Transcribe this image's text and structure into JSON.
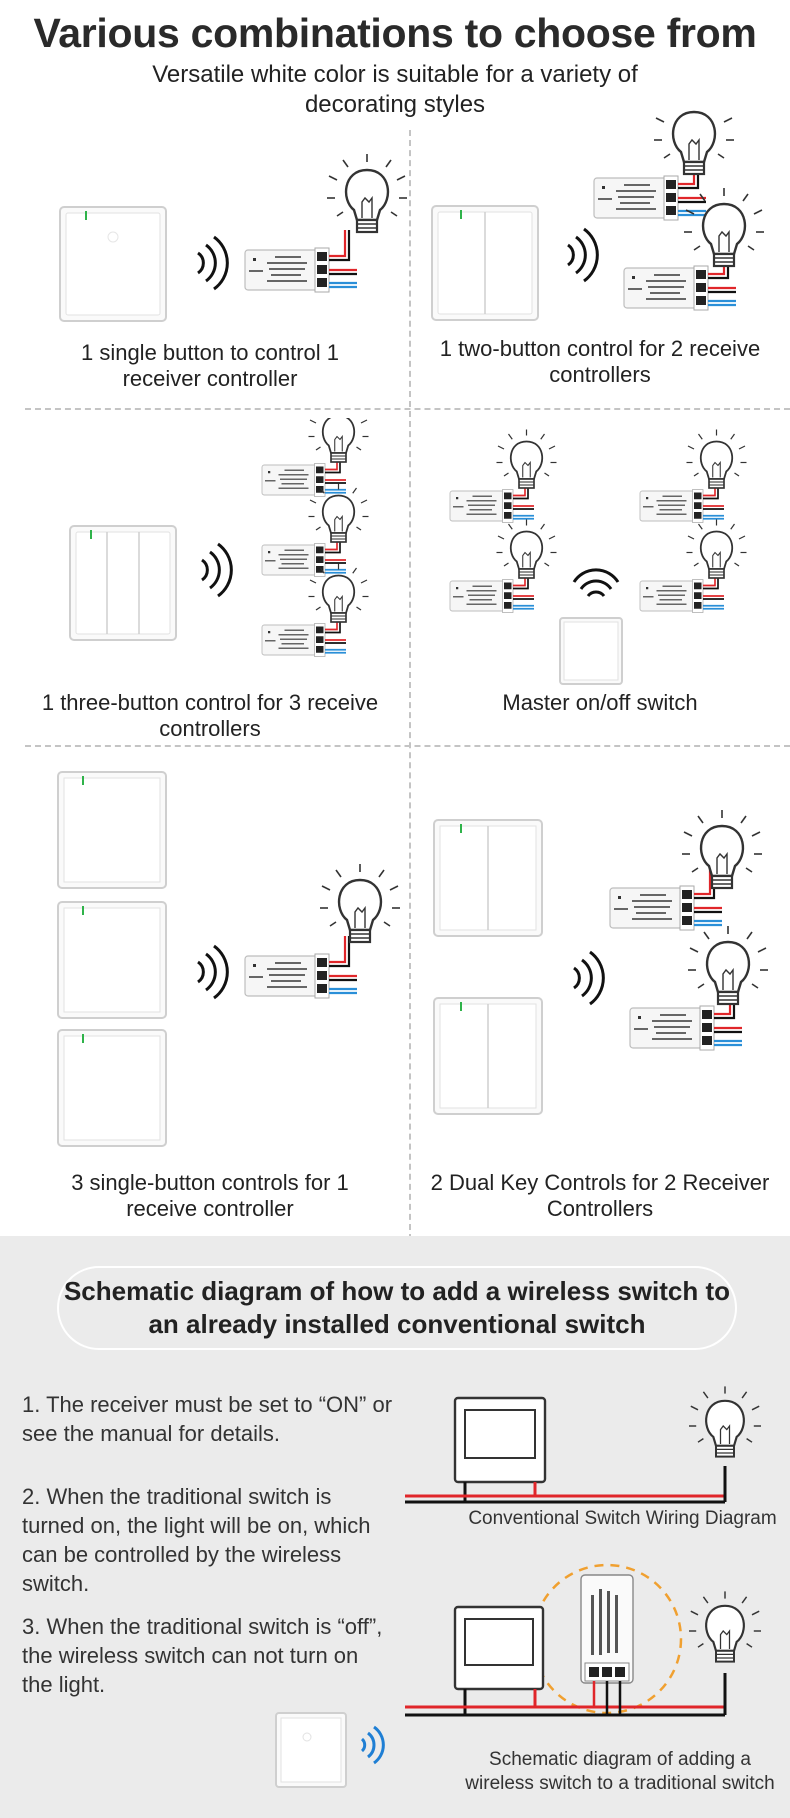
{
  "header": {
    "title": "Various combinations to choose from",
    "subtitle": "Versatile white color is suitable for a variety of decorating styles"
  },
  "combos": [
    {
      "caption": "1 single button to control 1 receiver controller"
    },
    {
      "caption": "1 two-button control for 2 receive controllers"
    },
    {
      "caption": "1 three-button control for 3 receive controllers"
    },
    {
      "caption": "Master on/off switch"
    },
    {
      "caption": "3 single-button controls for 1 receive controller"
    },
    {
      "caption": "2 Dual Key Controls for 2 Receiver Controllers"
    }
  ],
  "schematic": {
    "title": "Schematic diagram of how to add a wireless switch to an already installed conventional switch",
    "steps": [
      "1. The receiver must be set to “ON” or see the manual for details.",
      "2. When the traditional switch is turned on, the light will be on, which can be controlled by the wireless switch.",
      "3. When the traditional switch is “off”, the wireless switch can not turn on the light."
    ],
    "diagram1_caption": "Conventional Switch Wiring Diagram",
    "diagram2_caption": "Schematic diagram of adding a wireless switch to a traditional switch"
  },
  "colors": {
    "wire_red": "#e0262a",
    "wire_black": "#111111",
    "wire_blue": "#2a8fd8",
    "led_green": "#2fb34a",
    "orange_ring": "#f0a030",
    "bg_gray": "#ebebeb"
  },
  "icons": [
    "wireless-signal-icon",
    "light-bulb-icon",
    "wall-switch-icon",
    "receiver-module-icon"
  ]
}
